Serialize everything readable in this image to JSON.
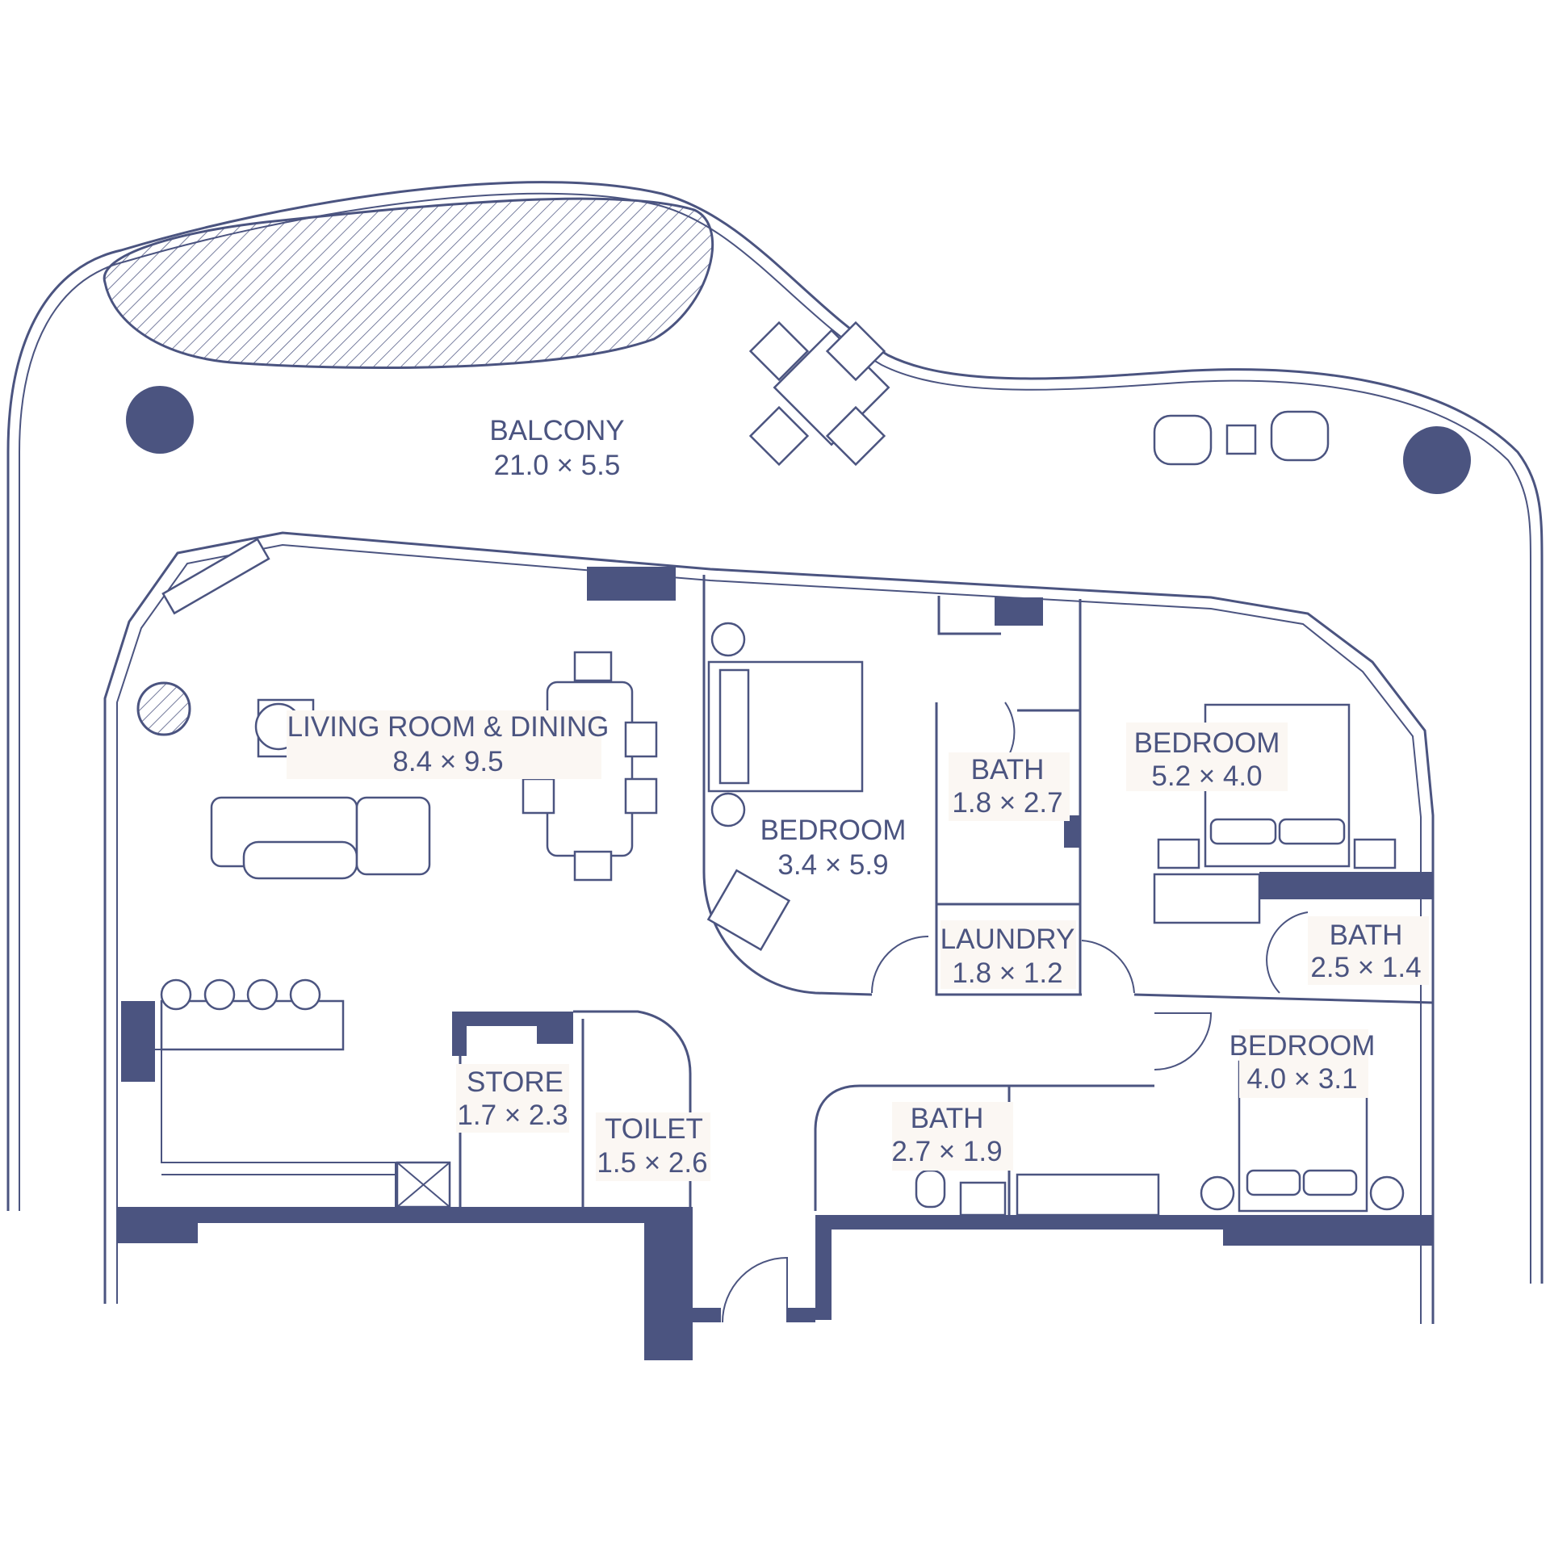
{
  "colors": {
    "wall": "#4b5480",
    "label_bg": "#fbf7f3",
    "background": "#ffffff"
  },
  "rooms": {
    "balcony": {
      "name": "BALCONY",
      "size": "21.0 × 5.5"
    },
    "living": {
      "name": "LIVING ROOM & DINING",
      "size": "8.4 × 9.5"
    },
    "bedroom1": {
      "name": "BEDROOM",
      "size": "3.4 × 5.9"
    },
    "bath1": {
      "name": "BATH",
      "size": "1.8 × 2.7"
    },
    "bedroom2": {
      "name": "BEDROOM",
      "size": "5.2 × 4.0"
    },
    "laundry": {
      "name": "LAUNDRY",
      "size": "1.8 × 1.2"
    },
    "bath2": {
      "name": "BATH",
      "size": "2.5 × 1.4"
    },
    "bedroom3": {
      "name": "BEDROOM",
      "size": "4.0 × 3.1"
    },
    "store": {
      "name": "STORE",
      "size": "1.7 × 2.3"
    },
    "toilet": {
      "name": "TOILET",
      "size": "1.5 × 2.6"
    },
    "bath3": {
      "name": "BATH",
      "size": "2.7 × 1.9"
    }
  }
}
